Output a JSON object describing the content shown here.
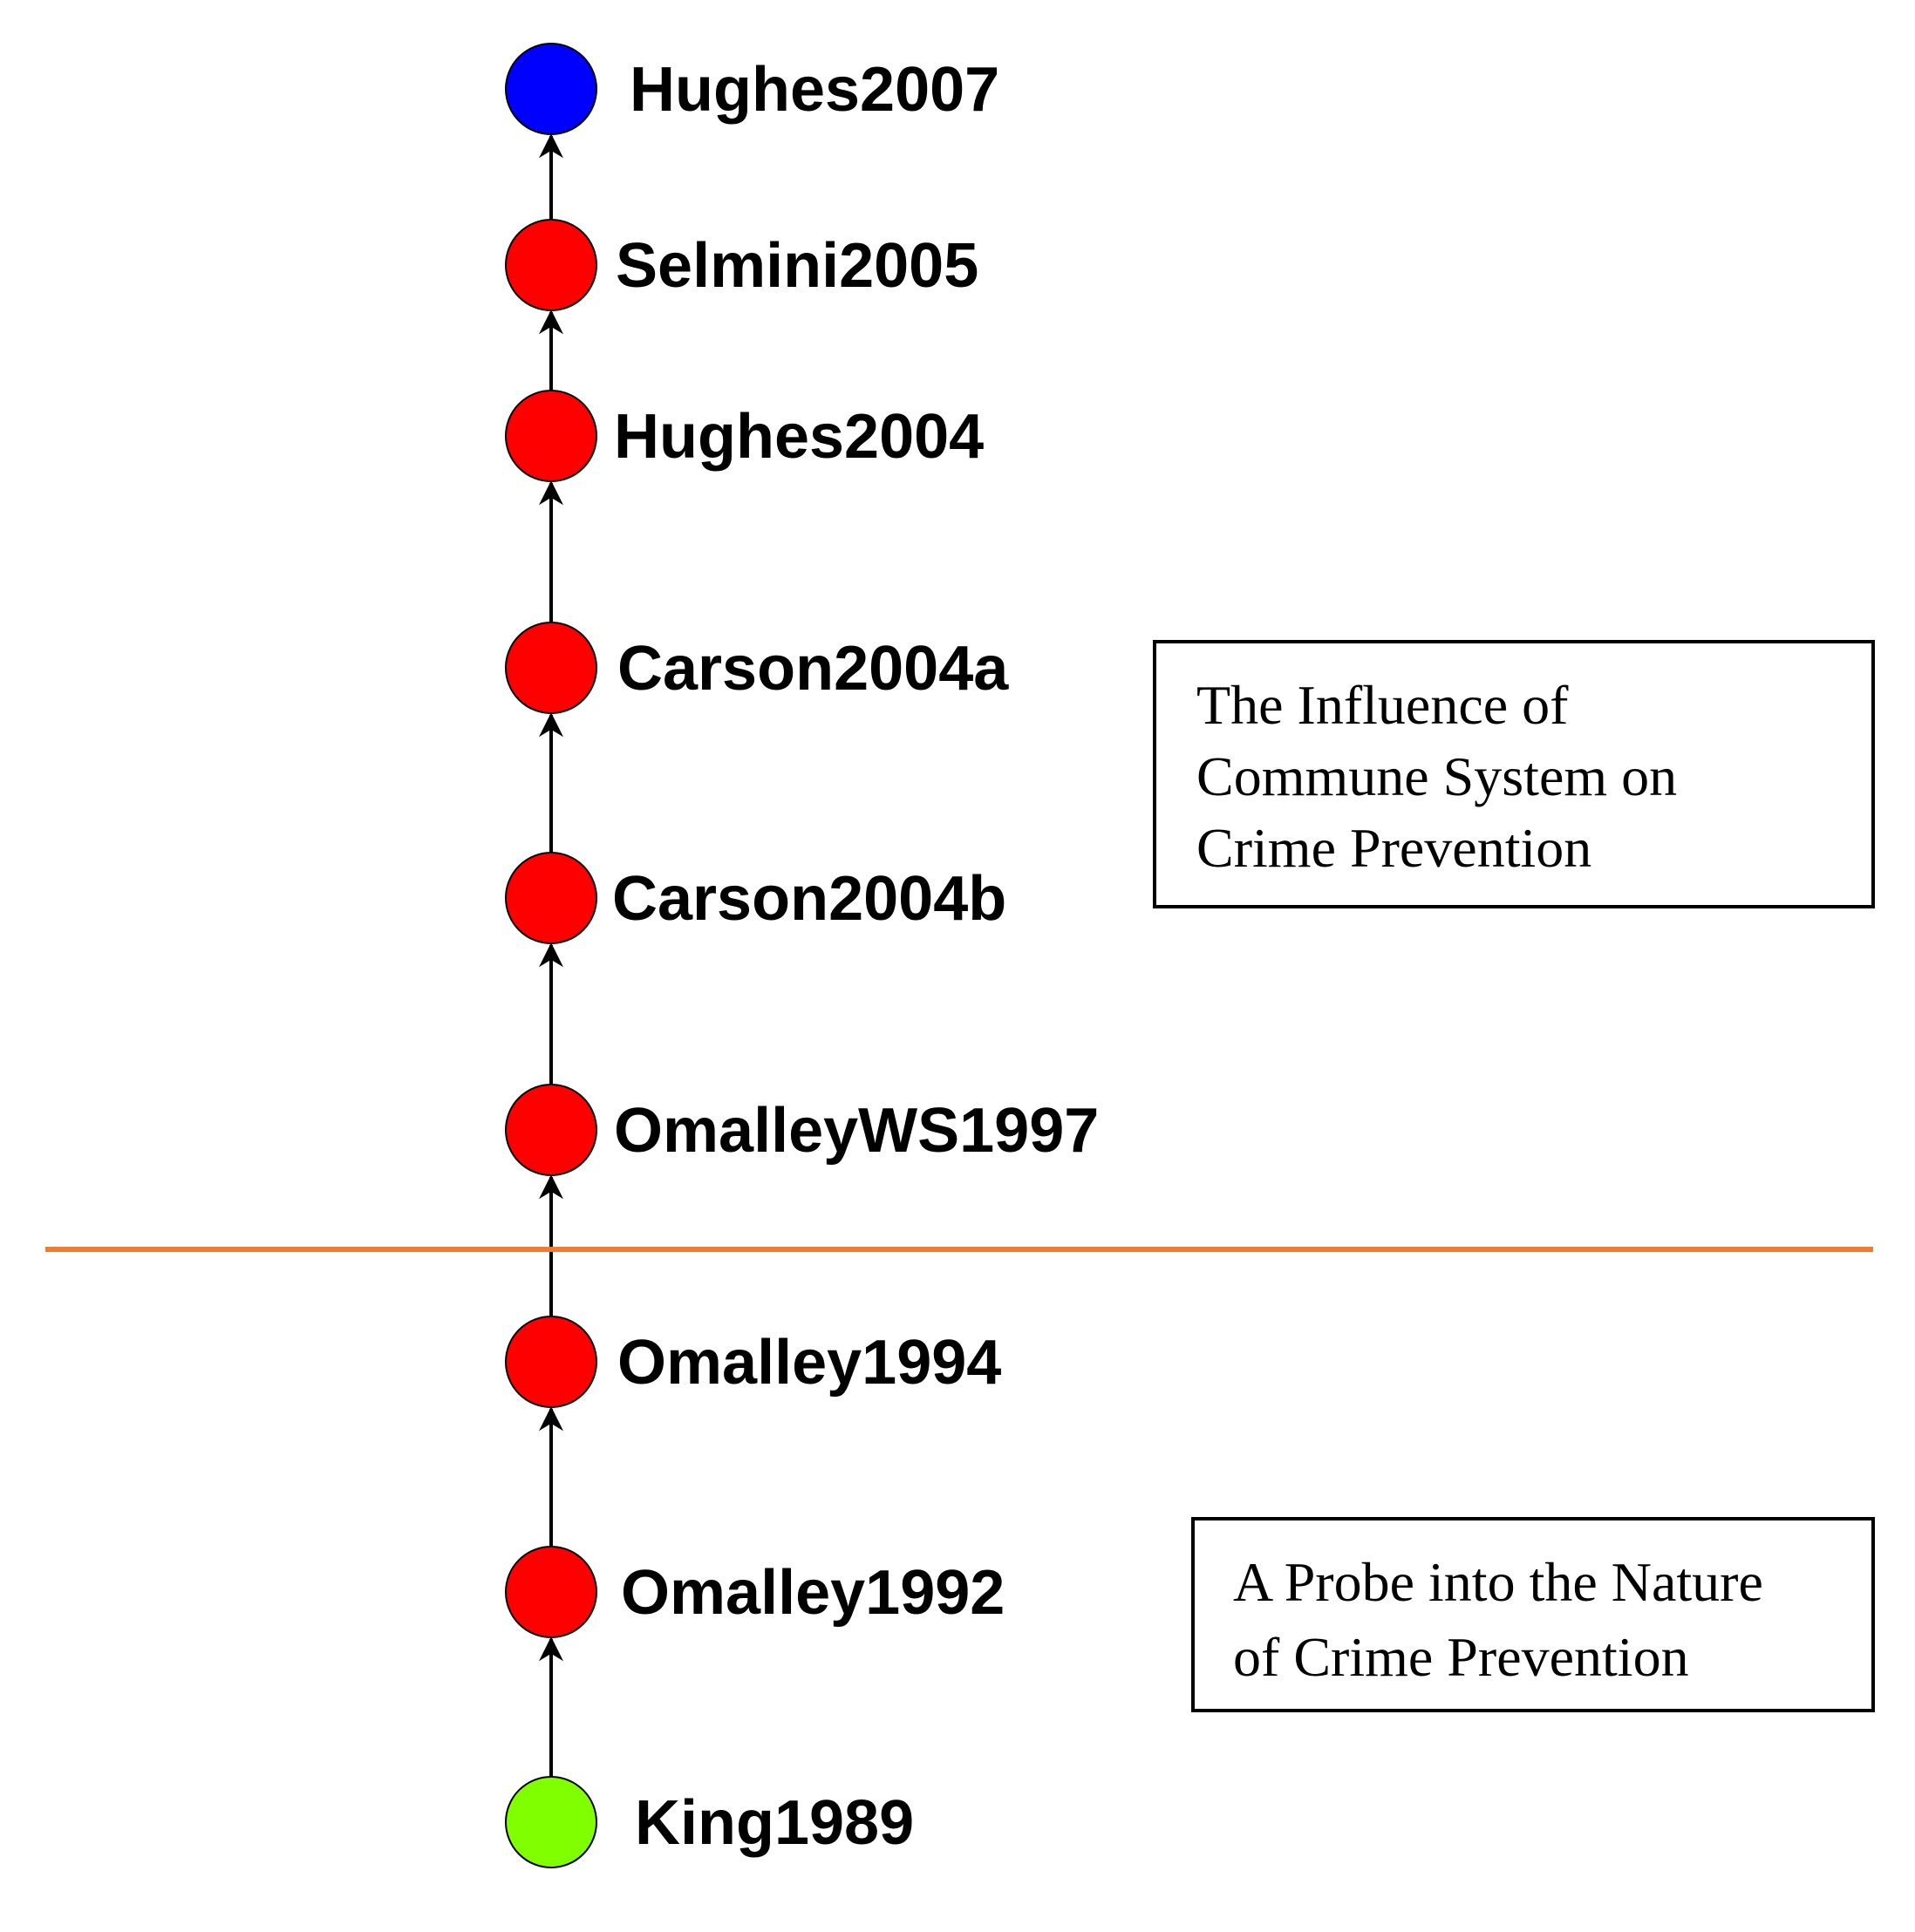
{
  "colors": {
    "start_node": "#80ff00",
    "path_node": "#ff0000",
    "end_node": "#0000ff",
    "node_outline": "#000000",
    "edge": "#000000",
    "divider": "#ed7d31",
    "box_border": "#000000"
  },
  "nodes": [
    {
      "label": "Hughes2007",
      "role": "end_node"
    },
    {
      "label": "Selmini2005",
      "role": "path_node"
    },
    {
      "label": "Hughes2004",
      "role": "path_node"
    },
    {
      "label": "Carson2004a",
      "role": "path_node"
    },
    {
      "label": "Carson2004b",
      "role": "path_node"
    },
    {
      "label": "OmalleyWS1997",
      "role": "path_node"
    },
    {
      "label": "Omalley1994",
      "role": "path_node"
    },
    {
      "label": "Omalley1992",
      "role": "path_node"
    },
    {
      "label": "King1989",
      "role": "start_node"
    }
  ],
  "edge_direction": "upward",
  "annotations": {
    "upper": {
      "lines": [
        "The Influence of",
        "Commune System on",
        "Crime Prevention"
      ]
    },
    "lower": {
      "lines": [
        "A Probe into the Nature",
        "of Crime Prevention"
      ]
    }
  }
}
